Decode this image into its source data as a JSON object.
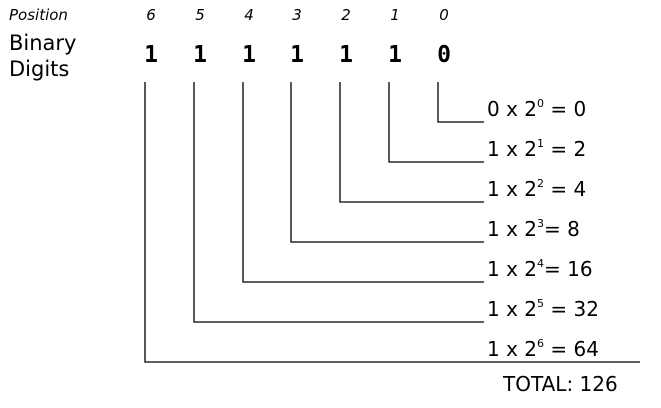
{
  "position_label": "Position",
  "binary_label_line1": "Binary",
  "binary_label_line2": "Digits",
  "positions": [
    "6",
    "5",
    "4",
    "3",
    "2",
    "1",
    "0"
  ],
  "digits": [
    "1",
    "1",
    "1",
    "1",
    "1",
    "1",
    "0"
  ],
  "equations": [
    {
      "bit": "0",
      "times": " x 2",
      "exp": "0",
      "eq": " = ",
      "result": "0"
    },
    {
      "bit": "1",
      "times": " x 2",
      "exp": "1",
      "eq": " = ",
      "result": "2"
    },
    {
      "bit": "1",
      "times": " x 2",
      "exp": "2",
      "eq": " = ",
      "result": "4"
    },
    {
      "bit": "1",
      "times": " x 2",
      "exp": "3",
      "eq": "= ",
      "result": "8"
    },
    {
      "bit": "1",
      "times": " x 2",
      "exp": "4",
      "eq": "= ",
      "result": "16"
    },
    {
      "bit": "1",
      "times": " x 2",
      "exp": "5",
      "eq": " = ",
      "result": "32"
    },
    {
      "bit": "1",
      "times": " x 2",
      "exp": "6",
      "eq": " = ",
      "result": "64"
    }
  ],
  "total_label": "TOTAL:",
  "total_value": "126"
}
